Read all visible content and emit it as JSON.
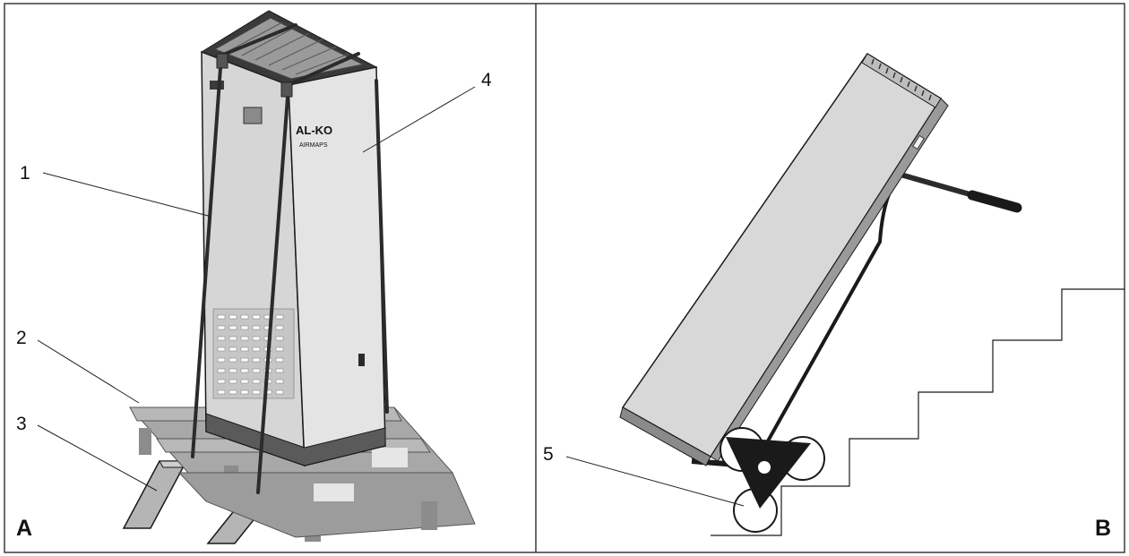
{
  "callouts": {
    "c1": "1",
    "c2": "2",
    "c3": "3",
    "c4": "4",
    "c5": "5"
  },
  "panels": {
    "left": "A",
    "right": "B"
  },
  "logo": {
    "brand": "AL-KO",
    "model": "AIRMAPS"
  },
  "colors": {
    "cabinet": "#d9d9d9",
    "cabinet_shade": "#c4c4c4",
    "outline": "#1a1a1a",
    "strap": "#2b2b2b",
    "pallet": "#a8a8a8",
    "pallet_dark": "#8c8c8c",
    "frame": "#3a3a3a"
  }
}
